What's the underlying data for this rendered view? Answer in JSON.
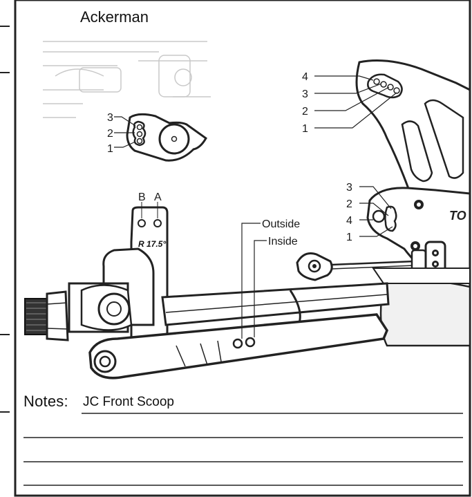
{
  "inset": {
    "title": "Ackerman",
    "numbers": [
      "3",
      "2",
      "1"
    ]
  },
  "arm": {
    "numbers": [
      "4",
      "3",
      "2",
      "1"
    ]
  },
  "block": {
    "letters": [
      "B",
      "A"
    ],
    "marking": "R 17.5°"
  },
  "knuckle": {
    "numbers": [
      "3",
      "2",
      "4",
      "1"
    ]
  },
  "link": {
    "outside": "Outside",
    "inside": "Inside"
  },
  "notes": {
    "label": "Notes:",
    "value": "JC Front Scoop"
  }
}
